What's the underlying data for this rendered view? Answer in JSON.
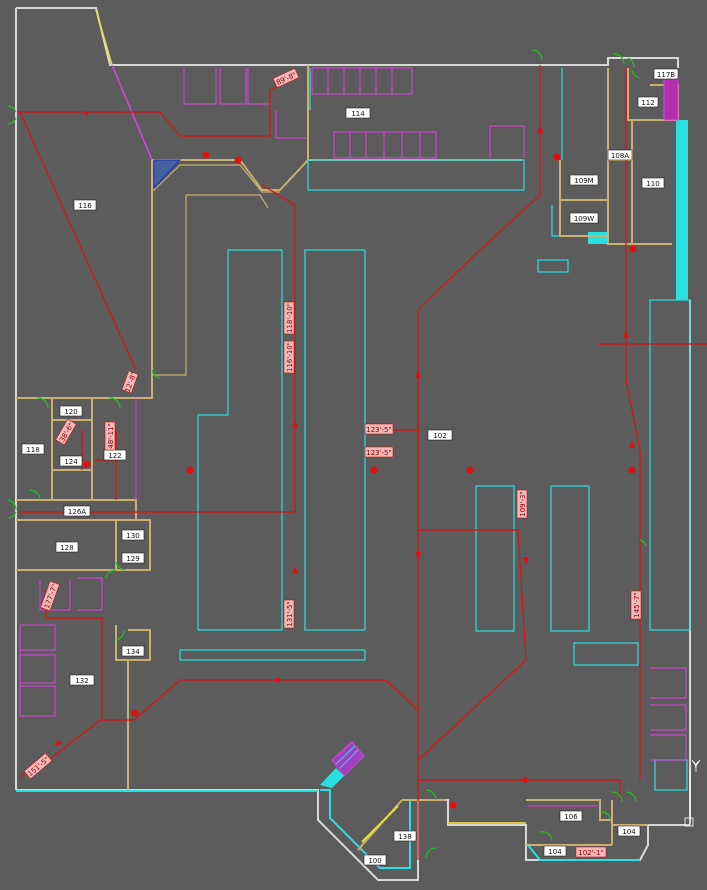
{
  "colors": {
    "background": "#5c5c5c",
    "wall": "#d8d8d8",
    "partition": "#c8b070",
    "fixture": "#28e0e0",
    "furniture": "#e040e0",
    "route": "#e01010",
    "door": "#20c020",
    "label_bg": "#ffffff",
    "dim_bg": "#f2b8b8"
  },
  "rooms": {
    "r116": "116",
    "r114": "114",
    "r112": "112",
    "r1173": "117B",
    "r110": "110",
    "r108a": "108A",
    "r109m": "109M",
    "r109w": "109W",
    "r102": "102",
    "r120": "120",
    "r118": "118",
    "r124": "124",
    "r122": "122",
    "r126a": "126A",
    "r128": "128",
    "r130": "130",
    "r129": "129",
    "r134": "134",
    "r132": "132",
    "r138": "138",
    "r100": "100",
    "r106": "106",
    "r104": "104",
    "r104b": "104"
  },
  "dimensions": {
    "d89": "89'-8\"",
    "d118": "118'-10\"",
    "d116": "116'-10\"",
    "d12": "12'-8\"",
    "d38": "38'-6\"",
    "d48": "48'-11\"",
    "d123a": "123'-5\"",
    "d123b": "123'-5\"",
    "d109": "109'-3\"",
    "d145": "145'-7\"",
    "d131": "131'-5\"",
    "d177": "177'-7\"",
    "d151": "151'-5\"",
    "d102": "102'-1\""
  },
  "ucs_marker": "Y"
}
